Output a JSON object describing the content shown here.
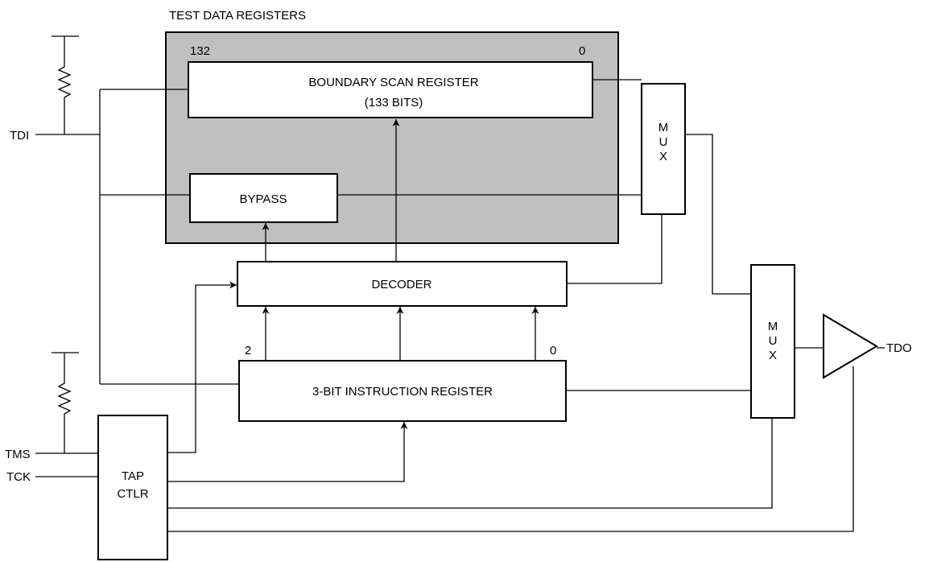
{
  "title": "TEST DATA REGISTERS",
  "pins": {
    "tdi": "TDI",
    "tms": "TMS",
    "tck": "TCK",
    "tdo": "TDO"
  },
  "boundary_scan": {
    "msb": "132",
    "lsb": "0",
    "line1": "BOUNDARY SCAN REGISTER",
    "line2": "(133 BITS)"
  },
  "bypass": "BYPASS",
  "decoder": "DECODER",
  "instruction_register": {
    "label": "3-BIT INSTRUCTION REGISTER",
    "msb": "2",
    "lsb": "0"
  },
  "mux1": [
    "M",
    "U",
    "X"
  ],
  "mux2": [
    "M",
    "U",
    "X"
  ],
  "tap_controller": [
    "TAP",
    "CTLR"
  ],
  "colors": {
    "register_group_fill": "#c0c0c0",
    "line": "#000000",
    "box_fill": "#ffffff"
  }
}
